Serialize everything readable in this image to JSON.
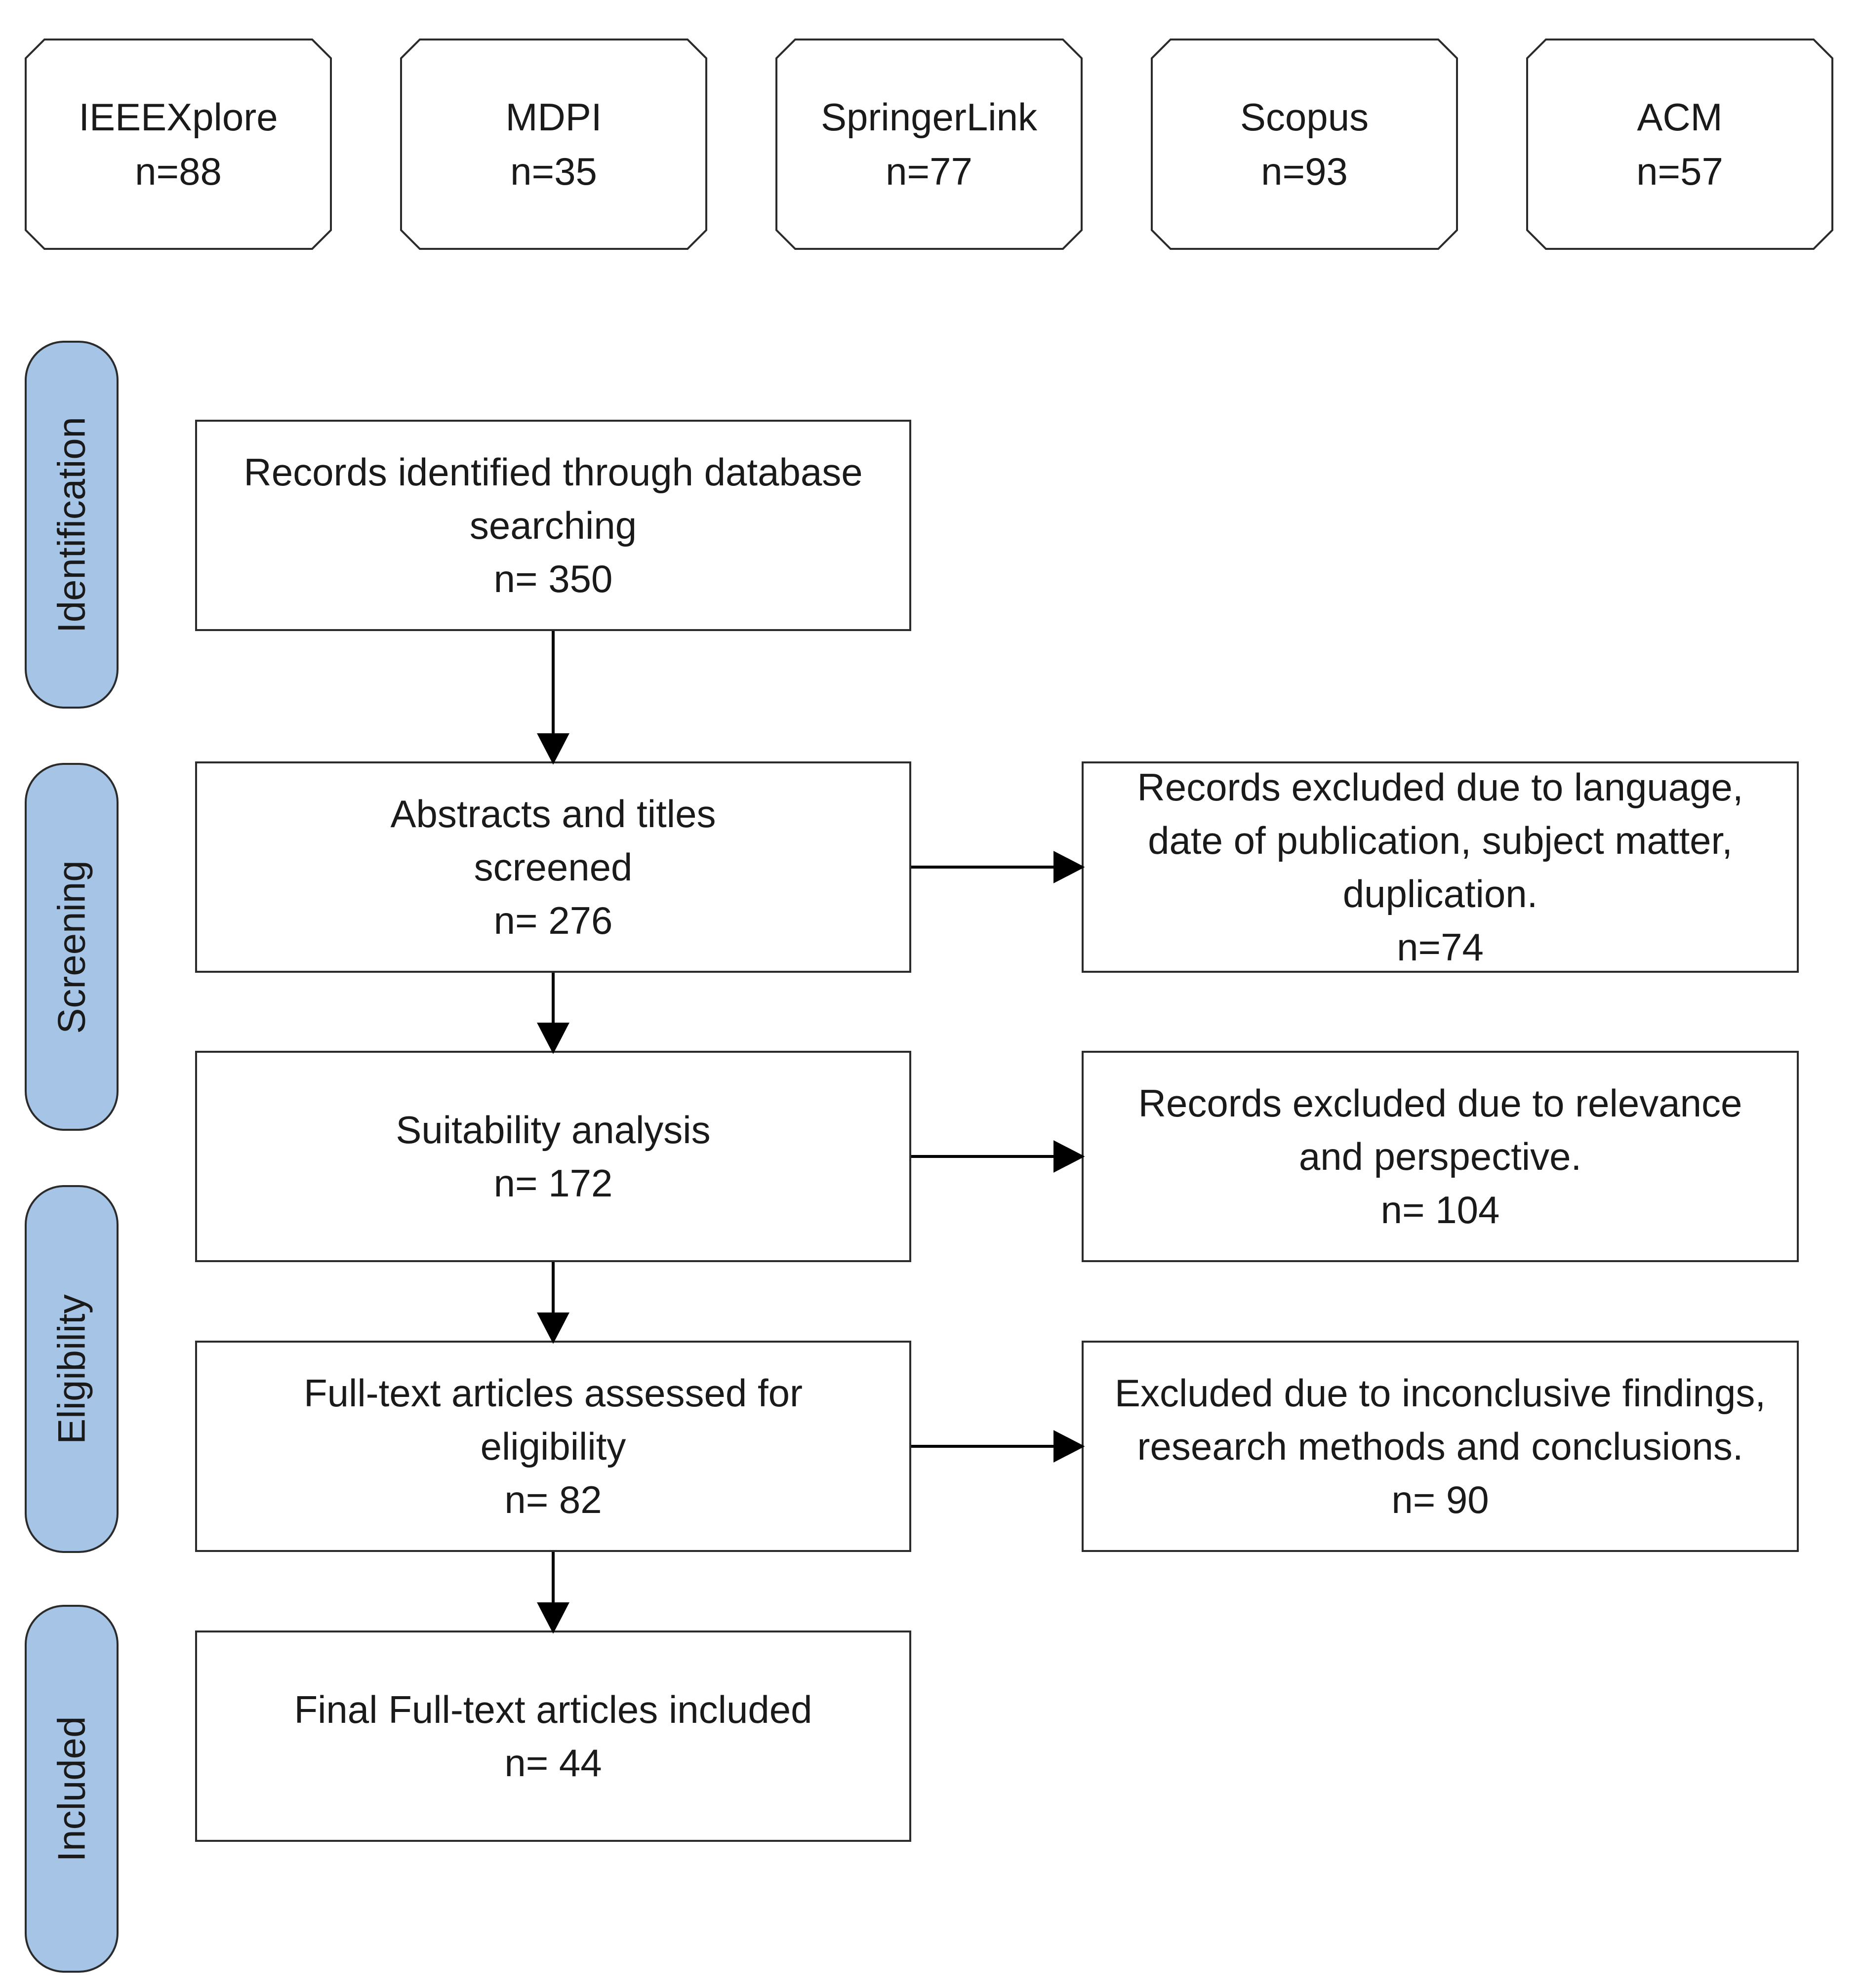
{
  "databases": [
    {
      "name": "IEEEXplore",
      "count": "n=88"
    },
    {
      "name": "MDPI",
      "count": "n=35"
    },
    {
      "name": "SpringerLink",
      "count": "n=77"
    },
    {
      "name": "Scopus",
      "count": "n=93"
    },
    {
      "name": "ACM",
      "count": "n=57"
    }
  ],
  "stages": {
    "identification": "Identification",
    "screening": "Screening",
    "eligibility": "Eligibility",
    "included": "Included"
  },
  "flow": {
    "identified": {
      "line1": "Records identified through database",
      "line2": "searching",
      "count": "n= 350"
    },
    "screened": {
      "line1": "Abstracts and titles",
      "line2": "screened",
      "count": "n= 276"
    },
    "suitability": {
      "line1": "Suitability analysis",
      "count": "n= 172"
    },
    "fulltext": {
      "line1": "Full-text articles assessed for",
      "line2": "eligibility",
      "count": "n= 82"
    },
    "final": {
      "line1": "Final Full-text articles included",
      "count": "n= 44"
    }
  },
  "exclusions": {
    "screening": {
      "line1": "Records excluded due to language,",
      "line2": "date of publication, subject matter,",
      "line3": "duplication.",
      "count": "n=74"
    },
    "suitability": {
      "line1": "Records excluded due to relevance",
      "line2": "and perspective.",
      "count": "n= 104"
    },
    "eligibility": {
      "line1": "Excluded due to inconclusive findings,",
      "line2": "research methods and conclusions.",
      "count": "n= 90"
    }
  }
}
